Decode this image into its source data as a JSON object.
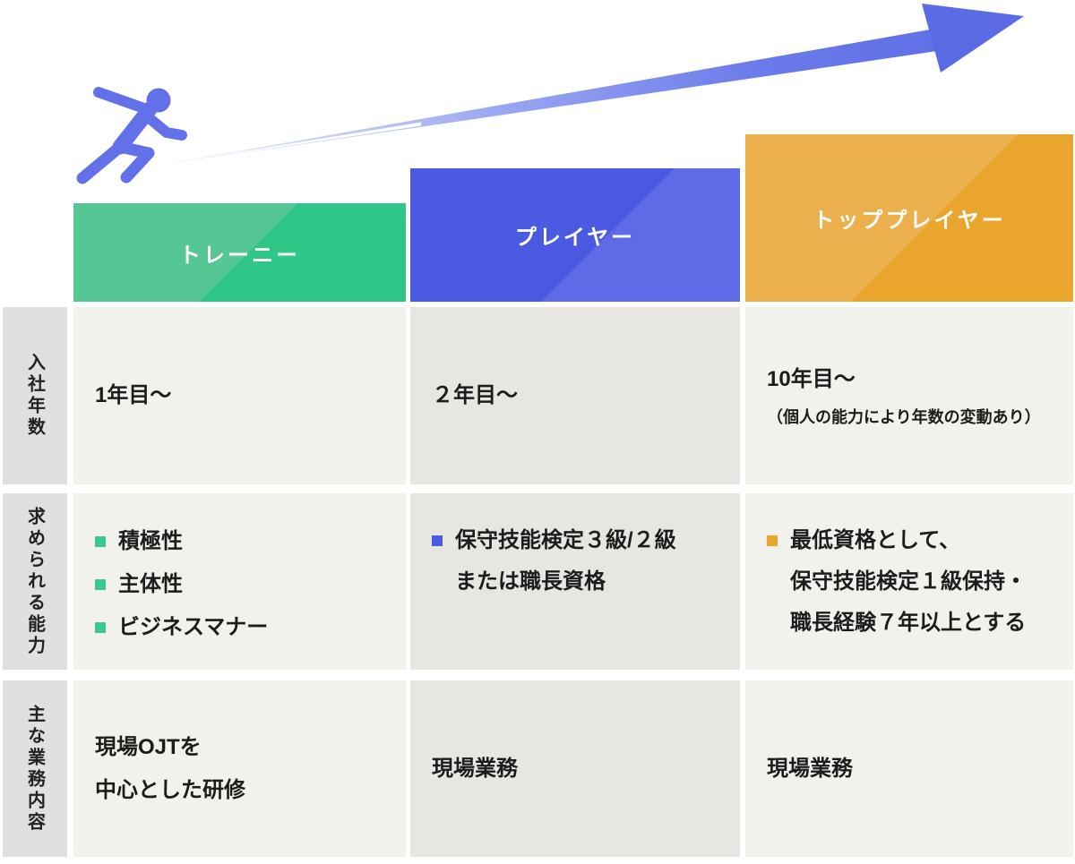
{
  "stages": {
    "trainee": {
      "label": "トレーニー"
    },
    "player": {
      "label": "プレイヤー"
    },
    "top_player": {
      "label": "トッププレイヤー"
    }
  },
  "rows": {
    "tenure": {
      "label": "入社年数",
      "trainee": "1年目〜",
      "player": "２年目〜",
      "top_main": "10年目〜",
      "top_note": "（個人の能力により年数の変動あり）"
    },
    "skills": {
      "label": "求められる能力",
      "trainee_items": [
        "積極性",
        "主体性",
        "ビジネスマナー"
      ],
      "player_line1": "保守技能検定３級/２級",
      "player_line2": "または職長資格",
      "top_line1": "最低資格として、",
      "top_line2": "保守技能検定１級保持・",
      "top_line3": "職長経験７年以上とする"
    },
    "duties": {
      "label": "主な業務内容",
      "trainee_line1": "現場OJTを",
      "trainee_line2": "中心とした研修",
      "player": "現場業務",
      "top": "現場業務"
    }
  },
  "icons": {
    "runner": "running-person-icon",
    "arrow": "upward-growth-arrow-icon"
  },
  "colors": {
    "trainee_light": "#55C794",
    "trainee_dark": "#2FC787",
    "player_dark": "#4B5BE1",
    "player_light": "#5E6AE6",
    "top_light": "#ECB04D",
    "top_dark": "#E9A52C",
    "arrow_blue": "#5A6BE5",
    "runner_blue": "#6270E9",
    "label_bg": "#E0E0DE",
    "cell_bg": "#F2F2EC",
    "cell_bg_mid": "#E7E6E1",
    "text": "#1C1C1C"
  }
}
